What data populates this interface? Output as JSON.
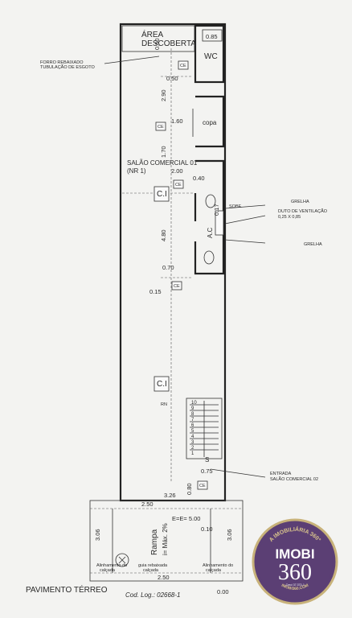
{
  "labels": {
    "area_descoberta_1": "ÁREA",
    "area_descoberta_2": "DESCOBERTA",
    "wc": "WC",
    "copa": "copa",
    "salao_1": "SALÃO COMERCIAL 01",
    "salao_2": "(NR 1)",
    "forro_1": "FORRO REBAIXADO",
    "forro_2": "TUBULAÇÃO DE ESGOTO",
    "grelha_top": "GRELHA",
    "sobe": "SOBE",
    "duto_1": "DUTO DE VENTILAÇÃO",
    "duto_2": "0,25 X 0,85",
    "grelha_bottom": "GRELHA",
    "ac": "A.C",
    "entrada_1": "ENTRADA",
    "entrada_2": "SALÃO COMERCIAL 02",
    "ci_top": "C.I",
    "ci_bottom": "C.I",
    "ce_wc": "CE",
    "ce_copa": "CE",
    "ce_salao": "CE",
    "ce_mid": "CE",
    "ce_entry": "CE",
    "ref_rn": "RN",
    "stair_s": "S",
    "rampa": "Rampa",
    "rampa_slope": "i= Máx. 2%",
    "pavimento": "PAVIMENTO TÉRREO",
    "cod_log": "Cod. Log.: 02668-1",
    "alinhamento_left_1": "Alinhamento do",
    "alinhamento_left_2": "calçada",
    "alinhamento_right_1": "Alinhamento do",
    "alinhamento_right_2": "calçada",
    "guia_1": "guia rebaixada",
    "guia_2": "calçada"
  },
  "dimensions": {
    "d_085": "0.85",
    "d_050_v": "0.50",
    "d_050_h": "0.50",
    "d_290": "2.90",
    "d_160": "1.60",
    "d_170": "1.70",
    "d_200": "2.00",
    "d_040": "0.40",
    "d_017": "0.17",
    "d_480": "4.80",
    "d_070": "0.70",
    "d_015": "0.15",
    "d_075": "0.75",
    "d_080": "0.80",
    "d_326": "3.26",
    "d_250_top": "2.50",
    "d_ee": "E=E= 5.00",
    "d_010": "0.10",
    "d_306_left": "3.06",
    "d_306_right": "3.06",
    "d_250_bottom": "2.50",
    "d_000": "0.00"
  },
  "stairs": [
    "10",
    "9",
    "8",
    "7",
    "6",
    "5",
    "4",
    "3",
    "2",
    "1"
  ],
  "badge": {
    "arc_text": "A IMOBILIÁRIA 360°",
    "brand_top": "IMOBI",
    "brand_number": "360",
    "creci": "Creci 37.373-J",
    "site": "IMOBI360.COM",
    "colors": {
      "fill": "#5b3f74",
      "ring": "#c8b27a",
      "text": "#ffffff",
      "accent": "#d9c48c"
    }
  }
}
